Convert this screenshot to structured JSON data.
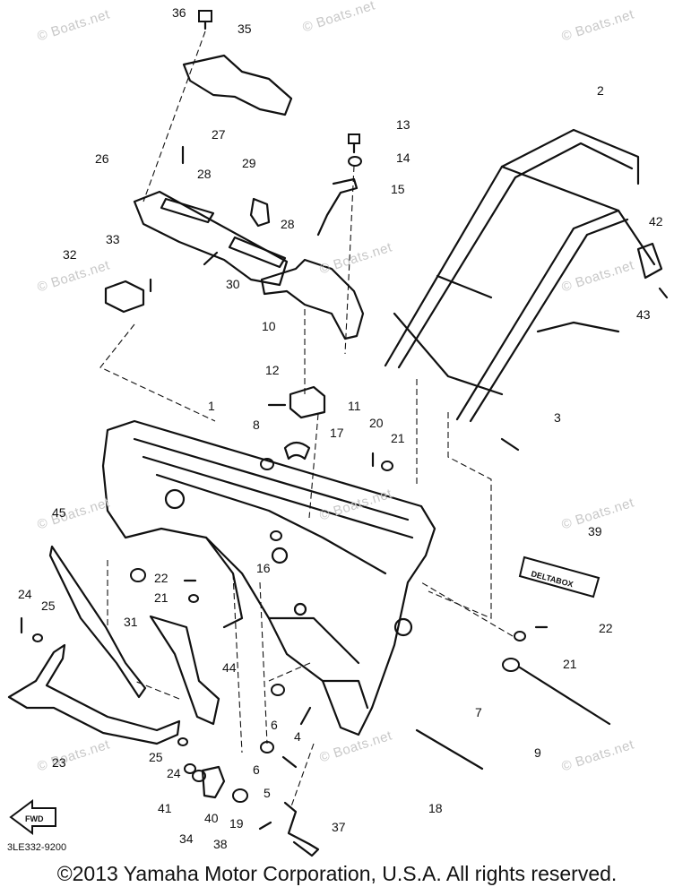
{
  "watermark": "© Boats.net",
  "part_code": "3LE332-9200",
  "copyright": "©2013 Yamaha Motor Corporation, U.S.A. All rights reserved.",
  "deltabox_label": "DELTABOX",
  "fwd_label": "FWD",
  "callouts": [
    "36",
    "35",
    "2",
    "13",
    "14",
    "15",
    "27",
    "26",
    "29",
    "28",
    "28",
    "42",
    "33",
    "32",
    "30",
    "10",
    "43",
    "12",
    "11",
    "3",
    "8",
    "17",
    "20",
    "21",
    "1",
    "45",
    "16",
    "39",
    "22",
    "24",
    "25",
    "21",
    "31",
    "22",
    "21",
    "44",
    "7",
    "6",
    "4",
    "9",
    "23",
    "25",
    "24",
    "6",
    "5",
    "18",
    "41",
    "40",
    "19",
    "37",
    "34",
    "38"
  ]
}
